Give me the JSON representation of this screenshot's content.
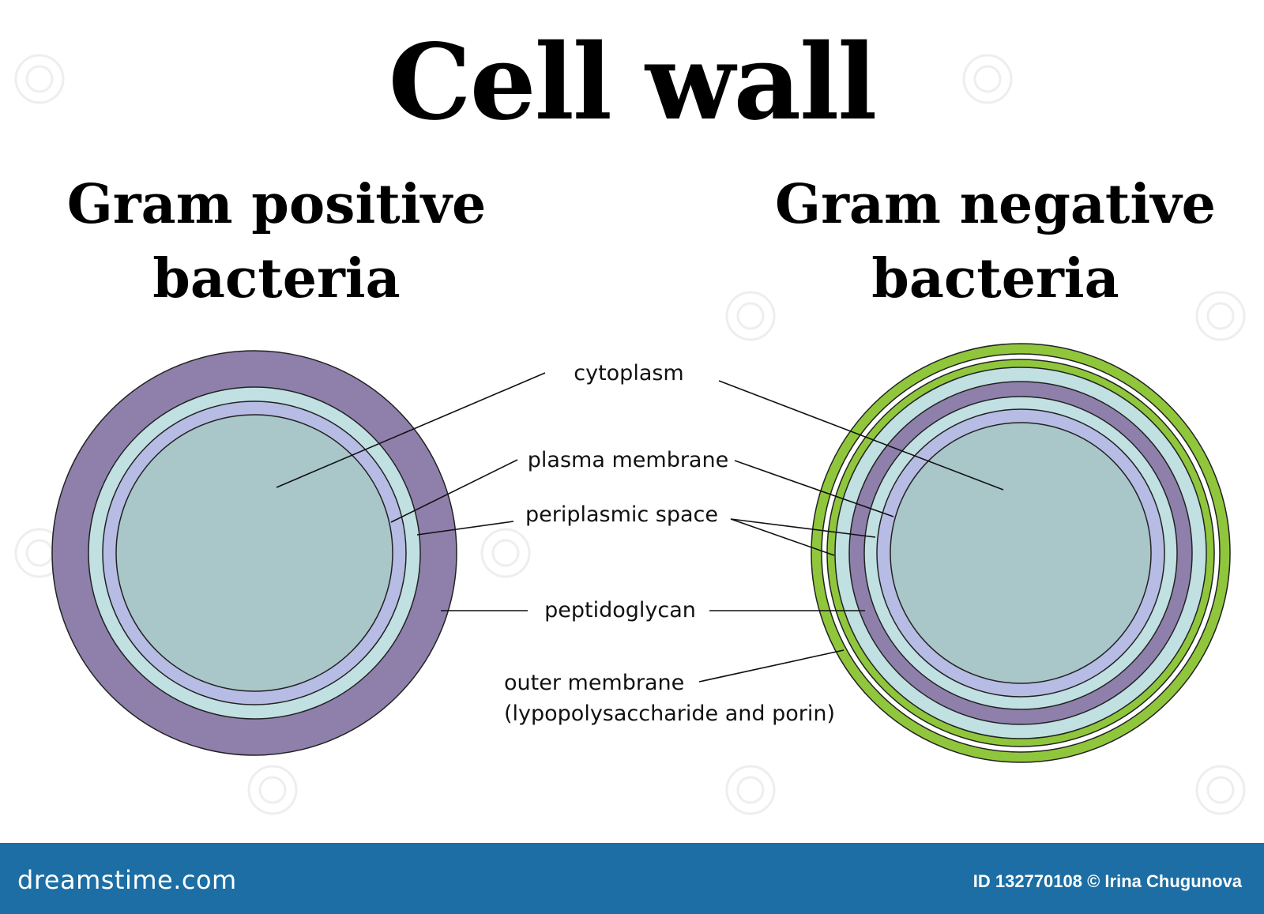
{
  "title": "Cell wall",
  "left_heading": {
    "line1": "Gram positive",
    "line2": "bacteria"
  },
  "right_heading": {
    "line1": "Gram negative",
    "line2": "bacteria"
  },
  "labels": {
    "cytoplasm": "cytoplasm",
    "plasma_membrane": "plasma membrane",
    "periplasmic_space": "periplasmic space",
    "peptidoglycan": "peptidoglycan",
    "outer_membrane_line1": "outer membrane",
    "outer_membrane_line2": "(lypopolysaccharide and porin)"
  },
  "colors": {
    "peptidoglycan": "#8e80aa",
    "periplasmic_space": "#c0e0e2",
    "plasma_membrane": "#b7bce4",
    "cytoplasm": "#a9c6c9",
    "outer_membrane": "#90c63c",
    "footer_bar": "#1c6ea4"
  },
  "footer": {
    "brand": "dreamstime.com",
    "credit": "ID 132770108 © Irina Chugunova"
  }
}
